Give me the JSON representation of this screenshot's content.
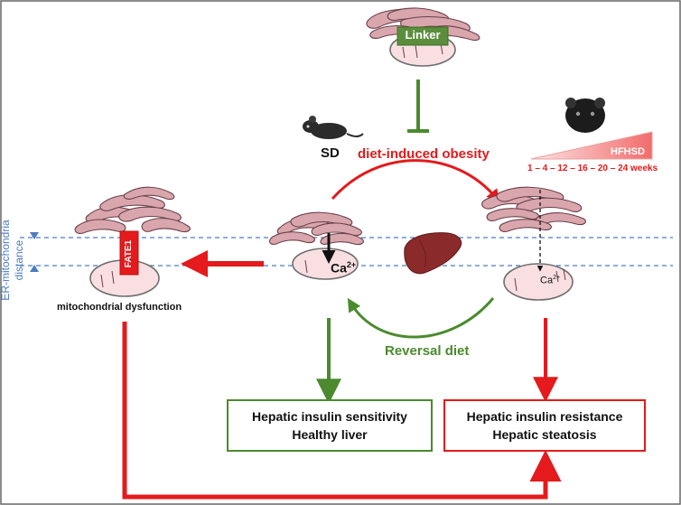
{
  "linker": {
    "label": "Linker"
  },
  "mice": {
    "standard_diet_label": "SD"
  },
  "obesity": {
    "label": "diet-induced obesity"
  },
  "hfhsd": {
    "label": "HFHSD",
    "timeline": "1 – 4 – 12 – 16 – 20 – 24 weeks"
  },
  "distance_axis": {
    "label": "ER-mitochondria distance",
    "line1": "ER-mitochondria",
    "line2": "distance"
  },
  "fate1": {
    "label": "FATE1"
  },
  "calcium": {
    "label_left": "Ca",
    "label_right": "Ca",
    "superscript": "2+"
  },
  "dysfunction": {
    "label": "mitochondrial dysfunction"
  },
  "reversal": {
    "label": "Reversal diet"
  },
  "outcomes": {
    "healthy": {
      "line1": "Hepatic insulin sensitivity",
      "line2": "Healthy liver"
    },
    "disease": {
      "line1": "Hepatic insulin resistance",
      "line2": "Hepatic steatosis"
    }
  },
  "colors": {
    "red": "#e41a1c",
    "green": "#4b8a2e",
    "blue": "#4a7cc0",
    "er_fill": "#d9a6ae",
    "mito_fill": "#f9dfe2",
    "liver": "#8b2a2a"
  }
}
